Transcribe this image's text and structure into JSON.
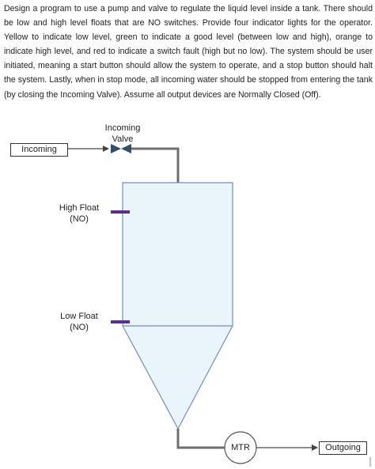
{
  "problem_text": "Design a program to use a pump and valve to regulate the liquid level inside a tank. There should be low and high level floats that are NO switches. Provide four indicator lights for the operator. Yellow to indicate low level, green to indicate a good level (between low and high), orange to indicate high level, and red to indicate a switch fault (high but no low). The system should be user initiated, meaning a start button should allow the system to operate, and a stop button should halt the system. Lastly, when in stop mode, all incoming water should be stopped from entering the tank (by closing the Incoming Valve). Assume all output devices are Normally Closed (Off).",
  "labels": {
    "incoming_box": "Incoming",
    "incoming_valve_line1": "Incoming",
    "incoming_valve_line2": "Valve",
    "high_float_line1": "High Float",
    "high_float_line2": "(NO)",
    "low_float_line1": "Low Float",
    "low_float_line2": "(NO)",
    "motor": "MTR",
    "outgoing_box": "Outgoing"
  },
  "colors": {
    "tank_fill": "#eaf4fb",
    "tank_border": "#6b8fbf",
    "pipe": "#6e6e6e",
    "float_marker": "#5b2d8f",
    "valve": "#2f4f6f"
  }
}
